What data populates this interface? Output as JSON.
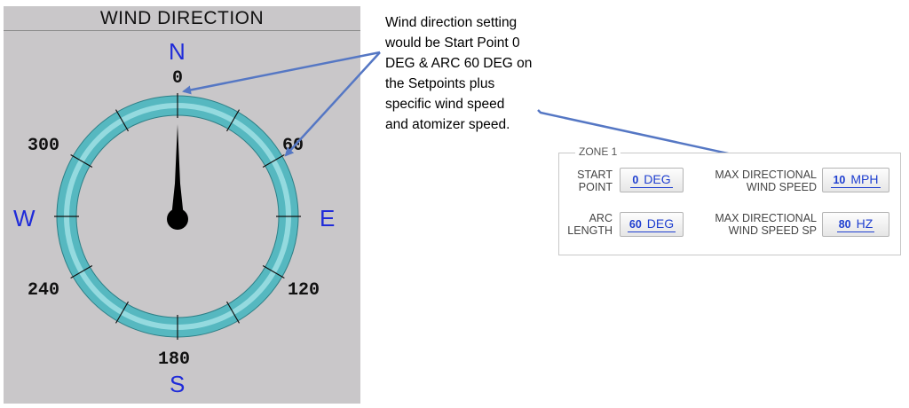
{
  "panel": {
    "title": "WIND DIRECTION"
  },
  "compass": {
    "cardinals": {
      "north": "N",
      "south": "S",
      "east": "E",
      "west": "W"
    },
    "degree_labels": {
      "d0": "0",
      "d60": "60",
      "d120": "120",
      "d180": "180",
      "d240": "240",
      "d300": "300"
    },
    "needle_direction_deg": 0,
    "ring_color": "#5fc0c8",
    "cardinal_color": "#1f2bd9"
  },
  "annotation": {
    "lines": [
      "Wind direction setting",
      "would be Start Point 0",
      "DEG & ARC 60 DEG on",
      "the Setpoints plus",
      "specific wind speed",
      "and atomizer speed."
    ],
    "arrow_color": "#5577c4"
  },
  "zone": {
    "legend": "ZONE 1",
    "start_point": {
      "label_line1": "START",
      "label_line2": "POINT",
      "value": "0",
      "unit": "DEG"
    },
    "arc_length": {
      "label_line1": "ARC",
      "label_line2": "LENGTH",
      "value": "60",
      "unit": "DEG"
    },
    "max_wind_speed": {
      "label_line1": "MAX DIRECTIONAL",
      "label_line2": "WIND SPEED",
      "value": "10",
      "unit": "MPH"
    },
    "max_wind_speed_sp": {
      "label_line1": "MAX DIRECTIONAL",
      "label_line2": "WIND SPEED SP",
      "value": "80",
      "unit": "HZ"
    }
  }
}
